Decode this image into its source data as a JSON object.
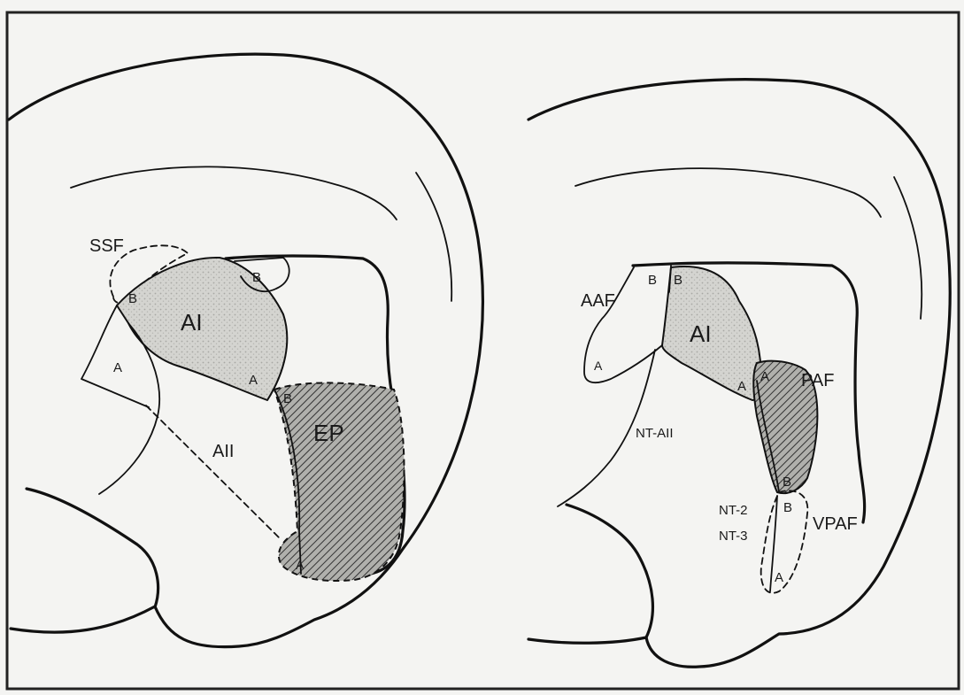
{
  "figure": {
    "left_panel": {
      "labels": {
        "ssf": "SSF",
        "ai": "AI",
        "aii": "AII",
        "ep": "EP",
        "b_top": "B",
        "b_ai": "B",
        "a_front": "A",
        "a_ai": "A",
        "b_ep": "B",
        "a_ep": "A"
      }
    },
    "right_panel": {
      "labels": {
        "aaf": "AAF",
        "ai": "AI",
        "paf": "PAF",
        "nt_aii": "NT-AII",
        "vpaf": "VPAF",
        "nt2": "NT-2",
        "nt3": "NT-3",
        "b_left": "B",
        "b_right": "B",
        "a_aaf": "A",
        "a_ai": "A",
        "a_paf": "A",
        "b_paf": "B",
        "b_vpaf": "B",
        "a_vpaf": "A"
      }
    }
  }
}
